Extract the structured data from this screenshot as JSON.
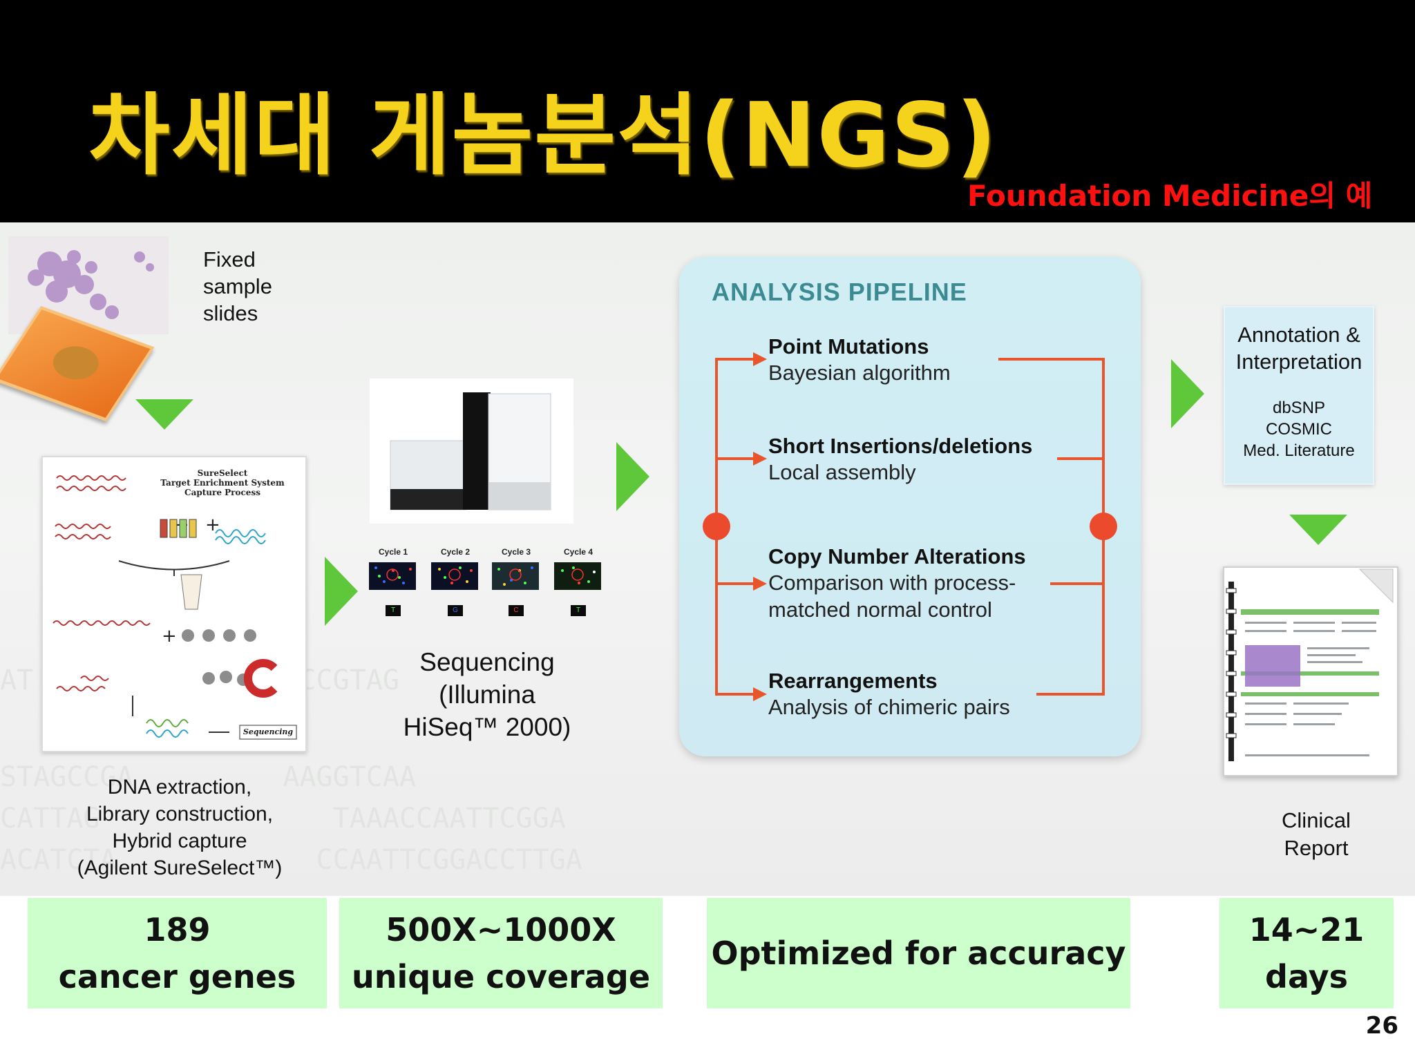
{
  "header": {
    "title": "차세대 게놈분석(NGS)",
    "subtitle": "Foundation Medicine의 예"
  },
  "slides_step": {
    "label_lines": [
      "Fixed",
      "sample",
      "slides"
    ]
  },
  "library_step": {
    "figure_title_lines": [
      "SureSelect",
      "Target Enrichment System",
      "Capture Process"
    ],
    "figure_footer": "Sequencing",
    "label_lines": [
      "DNA extraction,",
      "Library construction,",
      "Hybrid capture",
      "(Agilent SureSelect™)"
    ]
  },
  "sequencing_step": {
    "cycles": [
      "Cycle 1",
      "Cycle 2",
      "Cycle 3",
      "Cycle 4"
    ],
    "bases": [
      "T",
      "G",
      "C",
      "T"
    ],
    "label_lines": [
      "Sequencing",
      "(Illumina",
      "HiSeq™ 2000)"
    ]
  },
  "pipeline": {
    "title": "ANALYSIS PIPELINE",
    "items": [
      {
        "name": "Point Mutations",
        "desc_lines": [
          "Bayesian algorithm"
        ]
      },
      {
        "name": "Short Insertions/deletions",
        "desc_lines": [
          "Local assembly"
        ]
      },
      {
        "name": "Copy Number Alterations",
        "desc_lines": [
          "Comparison with process-",
          "matched normal control"
        ]
      },
      {
        "name": "Rearrangements",
        "desc_lines": [
          "Analysis of chimeric pairs"
        ]
      }
    ]
  },
  "annotation": {
    "title_lines": [
      "Annotation &",
      "Interpretation"
    ],
    "sources": [
      "dbSNP",
      "COSMIC",
      "Med. Literature"
    ]
  },
  "report": {
    "label_lines": [
      "Clinical",
      "Report"
    ]
  },
  "stats": [
    {
      "lines": [
        "189",
        "cancer genes"
      ]
    },
    {
      "lines": [
        "500X~1000X",
        "unique coverage"
      ]
    },
    {
      "lines": [
        "Optimized for accuracy"
      ]
    },
    {
      "lines": [
        "14~21",
        "days"
      ]
    }
  ],
  "colors": {
    "title": "#f5d21c",
    "subtitle": "#ff1010",
    "arrow_green": "#5fc83a",
    "pipeline_bracket": "#e8552a",
    "pipeline_title": "#3c8b93",
    "stat_box": "#ccffcc"
  },
  "page_number": "26"
}
